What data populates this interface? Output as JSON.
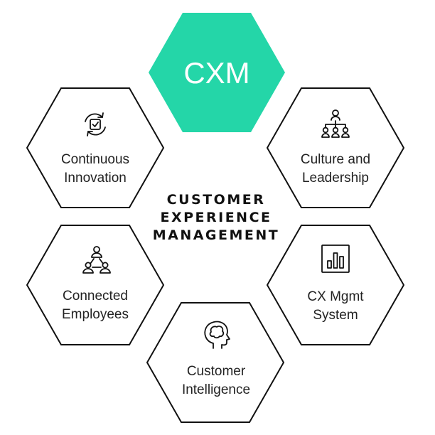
{
  "center": {
    "line1": "CUSTOMER",
    "line2": "EXPERIENCE",
    "line3": "MANAGEMENT"
  },
  "hexagons": {
    "cxm": {
      "label": "CXM",
      "color": "#24d6a8"
    },
    "continuous_innovation": {
      "line1": "Continuous",
      "line2": "Innovation",
      "icon": "cycle-check-icon"
    },
    "culture_leadership": {
      "line1": "Culture and",
      "line2": "Leadership",
      "icon": "org-chart-icon"
    },
    "connected_employees": {
      "line1": "Connected",
      "line2": "Employees",
      "icon": "people-network-icon"
    },
    "cx_mgmt_system": {
      "line1": "CX Mgmt",
      "line2": "System",
      "icon": "bar-chart-icon"
    },
    "customer_intelligence": {
      "line1": "Customer",
      "line2": "Intelligence",
      "icon": "head-brain-icon"
    }
  }
}
